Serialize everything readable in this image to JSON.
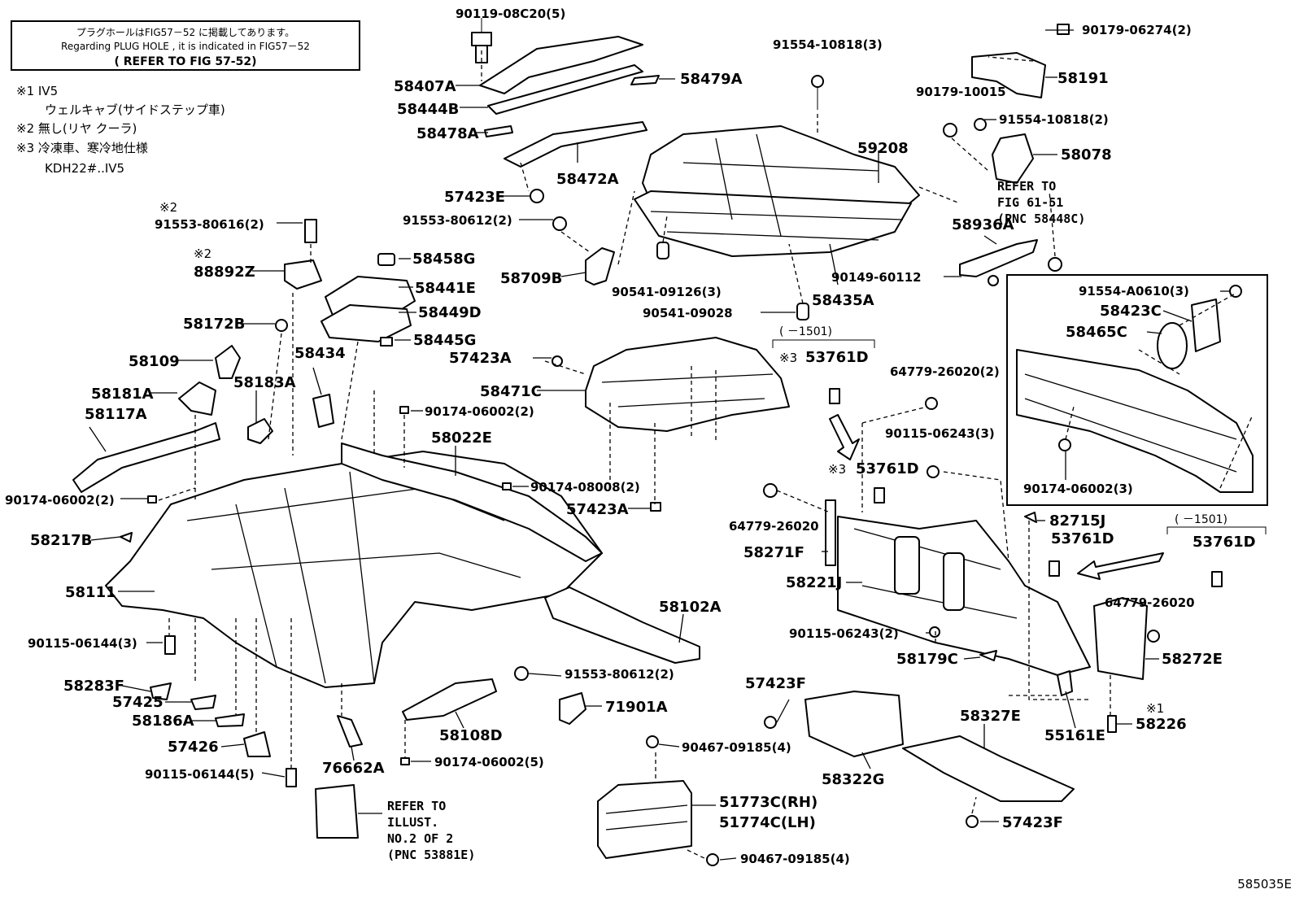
{
  "notes": {
    "box_jp": "プラグホールはFIG57－52 に掲載してあります。",
    "box_en": "Regarding  PLUG HOLE , it is indicated  in  FIG57－52",
    "box_ref": "( REFER  TO  FIG  57-52)",
    "n1_mark": "※1 IV5",
    "n1_text": "ウェルキャブ(サイドステップ車)",
    "n2": "※2 無し(リヤ クーラ)",
    "n3_mark": "※3 冷凍車、寒冷地仕様",
    "n3_text": "KDH22#..IV5"
  },
  "refs": {
    "fig61_l1": "REFER TO",
    "fig61_l2": "FIG 61-51",
    "fig61_l3": "(PNC 58448C)",
    "ill_l1": "REFER TO",
    "ill_l2": "ILLUST.",
    "ill_l3": "NO.2 OF 2",
    "ill_l4": "(PNC 53881E)",
    "range1": "(   －1501)",
    "range2": "(   －1501)",
    "mark3a": "※3",
    "mark3b": "※3",
    "mark2a": "※2",
    "mark2b": "※2",
    "mark1": "※1"
  },
  "labels": {
    "p90119": "90119-08C20(5)",
    "p58407A": "58407A",
    "p58479A": "58479A",
    "p58444B": "58444B",
    "p58478A": "58478A",
    "p58472A": "58472A",
    "p57423E": "57423E",
    "p91553_80612a": "91553-80612(2)",
    "p58709B": "58709B",
    "p91553_80616": "91553-80616(2)",
    "p88892Z": "88892Z",
    "p58458G": "58458G",
    "p58441E": "58441E",
    "p58449D": "58449D",
    "p58172B": "58172B",
    "p58445G": "58445G",
    "p58109": "58109",
    "p58434": "58434",
    "p58181A": "58181A",
    "p58183A": "58183A",
    "p58117A": "58117A",
    "p90174_06002a": "90174-06002(2)",
    "p90174_06002b": "90174-06002(2)",
    "p58022E": "58022E",
    "p90174_08008": "90174-08008(2)",
    "p58217B": "58217B",
    "p58111": "58111",
    "p90115_06144a": "90115-06144(3)",
    "p58283F": "58283F",
    "p57425": "57425",
    "p58186A": "58186A",
    "p57426": "57426",
    "p90115_06144b": "90115-06144(5)",
    "p76662A": "76662A",
    "p90174_06002c": "90174-06002(5)",
    "p58108D": "58108D",
    "p91553_80612b": "91553-80612(2)",
    "p71901A": "71901A",
    "p58102A": "58102A",
    "p57423A_a": "57423A",
    "p58471C": "58471C",
    "p57423A_b": "57423A",
    "p91554_10818a": "91554-10818(3)",
    "p59208": "59208",
    "p90541_09126": "90541-09126(3)",
    "p90541_09028": "90541-09028",
    "p58435A": "58435A",
    "p90179_06274": "90179-06274(2)",
    "p58191": "58191",
    "p90179_10015": "90179-10015",
    "p91554_10818b": "91554-10818(2)",
    "p58078": "58078",
    "p58936A": "58936A",
    "p90149_60112": "90149-60112",
    "p91554_A0610": "91554-A0610(3)",
    "p58423C": "58423C",
    "p58465C": "58465C",
    "p90174_06002d": "90174-06002(3)",
    "p53761D_a": "53761D",
    "p53761D_b": "53761D",
    "p53761D_c": "53761D",
    "p53761D_d": "53761D",
    "p64779_26020a": "64779-26020(2)",
    "p90115_06243a": "90115-06243(3)",
    "p64779_26020b": "64779-26020",
    "p58271F": "58271F",
    "p58221J": "58221J",
    "p82715J": "82715J",
    "p90115_06243b": "90115-06243(2)",
    "p58179C": "58179C",
    "p64779_26020c": "64779-26020",
    "p58272E": "58272E",
    "p55161E": "55161E",
    "p58226": "58226",
    "p57423F_a": "57423F",
    "p58322G": "58322G",
    "p58327E": "58327E",
    "p57423F_b": "57423F",
    "p90467_a": "90467-09185(4)",
    "p51773C": "51773C(RH)",
    "p51774C": "51774C(LH)",
    "p90467_b": "90467-09185(4)",
    "code": "585035E"
  }
}
